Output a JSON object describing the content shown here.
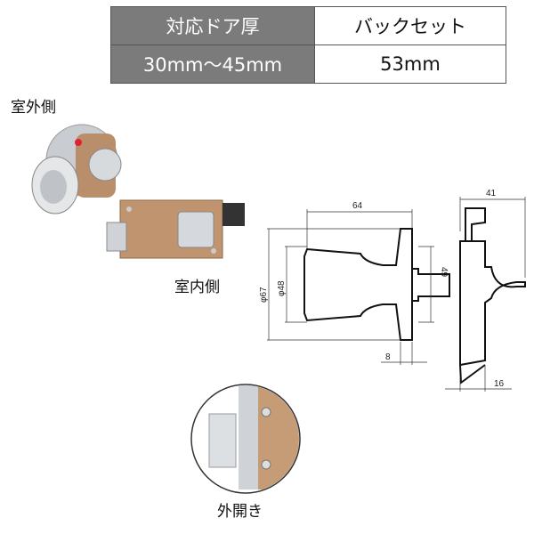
{
  "spec_table": {
    "headers": [
      "対応ドア厚",
      "バックセット"
    ],
    "values": [
      "30mm〜45mm",
      "53mm"
    ]
  },
  "labels": {
    "outside": "室外側",
    "inside": "室内側",
    "outward_open": "外開き"
  },
  "dimensions": {
    "knob_length": "64",
    "flange_dia": "φ67",
    "knob_dia": "φ48",
    "spindle": "49",
    "flange_thickness": "8",
    "total_depth": "41",
    "latch_offset": "16"
  }
}
